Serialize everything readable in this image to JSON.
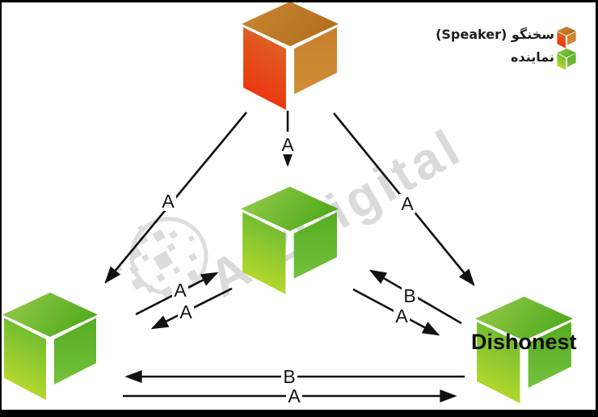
{
  "diagram": {
    "title_hint": "dBFT consensus message flow between a speaker and delegate nodes"
  },
  "legend": {
    "items": [
      {
        "icon": "neo-cube-orange-icon",
        "label": "سخنگو (Speaker)"
      },
      {
        "icon": "neo-cube-green-icon",
        "label": "نماینده"
      }
    ]
  },
  "nodes": {
    "speaker": {
      "color": "orange",
      "label": ""
    },
    "middle_delegate": {
      "color": "green",
      "label": ""
    },
    "left_delegate": {
      "color": "green",
      "label": ""
    },
    "right_delegate": {
      "color": "green",
      "label": "Dishonest"
    }
  },
  "edges": {
    "speaker_to_left": "A",
    "speaker_to_middle": "A",
    "speaker_to_right": "A",
    "left_to_middle": "A",
    "middle_to_left": "A",
    "right_to_middle": "B",
    "middle_to_right": "A",
    "right_to_left_bottom": "B",
    "left_to_right_bottom": "A"
  },
  "watermark": {
    "text": "ArzDigital"
  },
  "colors": {
    "orange_top": "#C28030",
    "orange_side_gradient": [
      "#E06227",
      "#F12A06"
    ],
    "green_top_gradient": [
      "#96CB4C",
      "#53AB1E"
    ],
    "green_side_gradient": [
      "#6FBC33",
      "#C6DE2B"
    ],
    "arrow": "#121212",
    "watermark_gray": "#D7D7D7",
    "frame": "#000000"
  }
}
